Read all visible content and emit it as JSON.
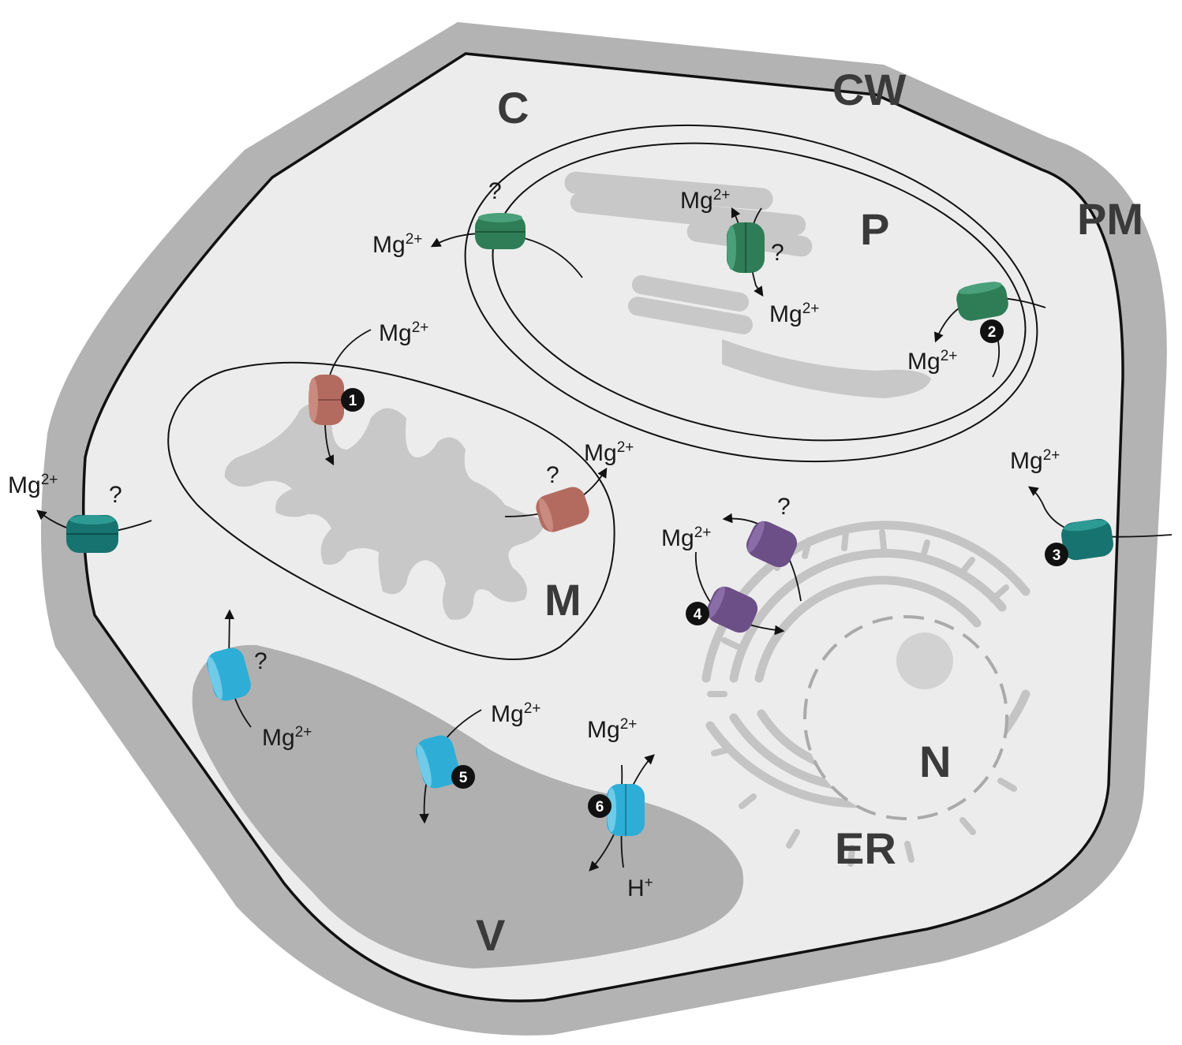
{
  "labels": {
    "cell_wall": "CW",
    "plasma_membrane": "PM",
    "cytosol": "C",
    "plastid": "P",
    "mitochondrion": "M",
    "vacuole": "V",
    "nucleus": "N",
    "endoplasmic_reticulum": "ER"
  },
  "ions": {
    "magnesium_base": "Mg",
    "magnesium_charge": "2+",
    "proton_base": "H",
    "proton_charge": "+"
  },
  "unknown_marker": "?",
  "transporters": {
    "mitochondrion_import": "1",
    "plastid_envelope": "2",
    "plasma_membrane": "3",
    "endoplasmic_reticulum": "4",
    "vacuole_import": "5",
    "vacuole_antiporter": "6"
  },
  "colors": {
    "cell_wall": "#b3b3b3",
    "cytoplasm": "#ececec",
    "organelle_inner": "#c8c8c8",
    "vacuole": "#b0b0b0",
    "plastid_transporter": "#2e7d57",
    "plasma_membrane_transporter": "#17736f",
    "mitochondrial_transporter": "#b36b60",
    "er_transporter": "#6b4f86",
    "vacuolar_transporter": "#2eaed6"
  }
}
